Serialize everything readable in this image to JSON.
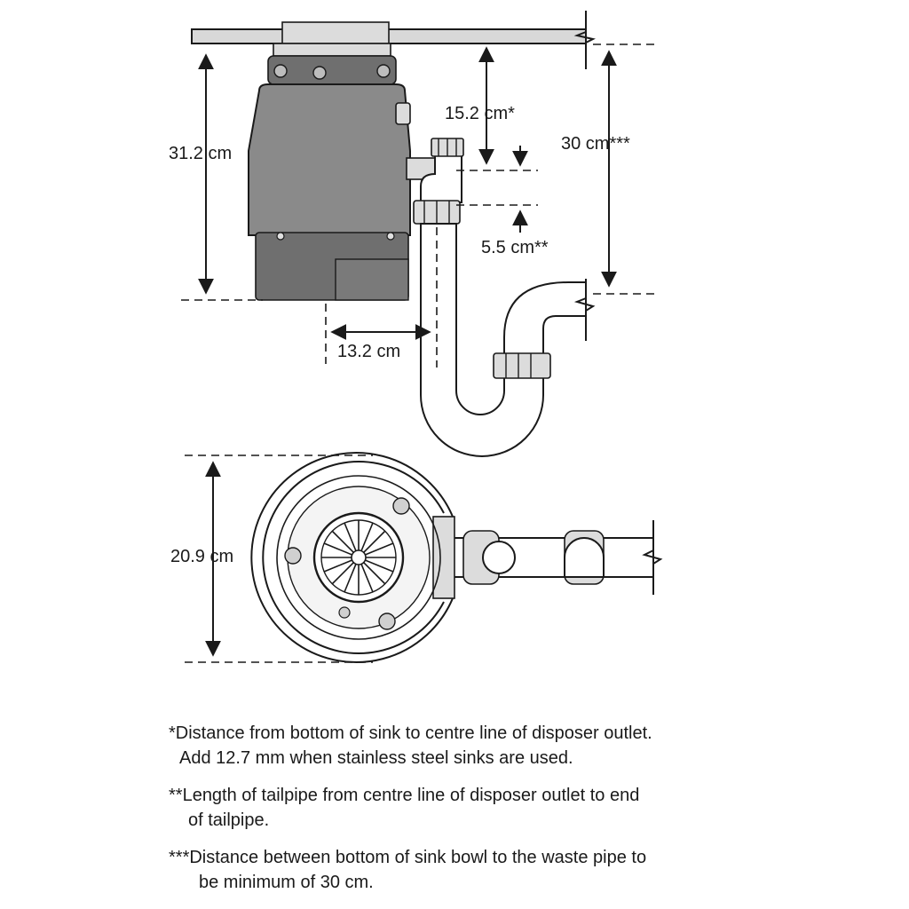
{
  "dimensions": {
    "height": "31.2 cm",
    "outlet_drop": "15.2 cm*",
    "min_drop": "30 cm***",
    "tailpipe": "5.5 cm**",
    "outlet_offset": "13.2 cm",
    "diameter": "20.9 cm"
  },
  "notes": [
    {
      "line1": "*Distance from bottom of sink to centre line of disposer outlet.",
      "line2": "Add 12.7 mm when stainless steel sinks are used."
    },
    {
      "line1": "**Length of tailpipe from centre line of disposer outlet to end",
      "line2": "of tailpipe."
    },
    {
      "line1": "***Distance between bottom of sink bowl to the waste pipe to",
      "line2": "be minimum of 30 cm."
    }
  ],
  "colors": {
    "line": "#1a1a1a",
    "body": "#8a8a8a",
    "accent": "#dcdcdc"
  }
}
